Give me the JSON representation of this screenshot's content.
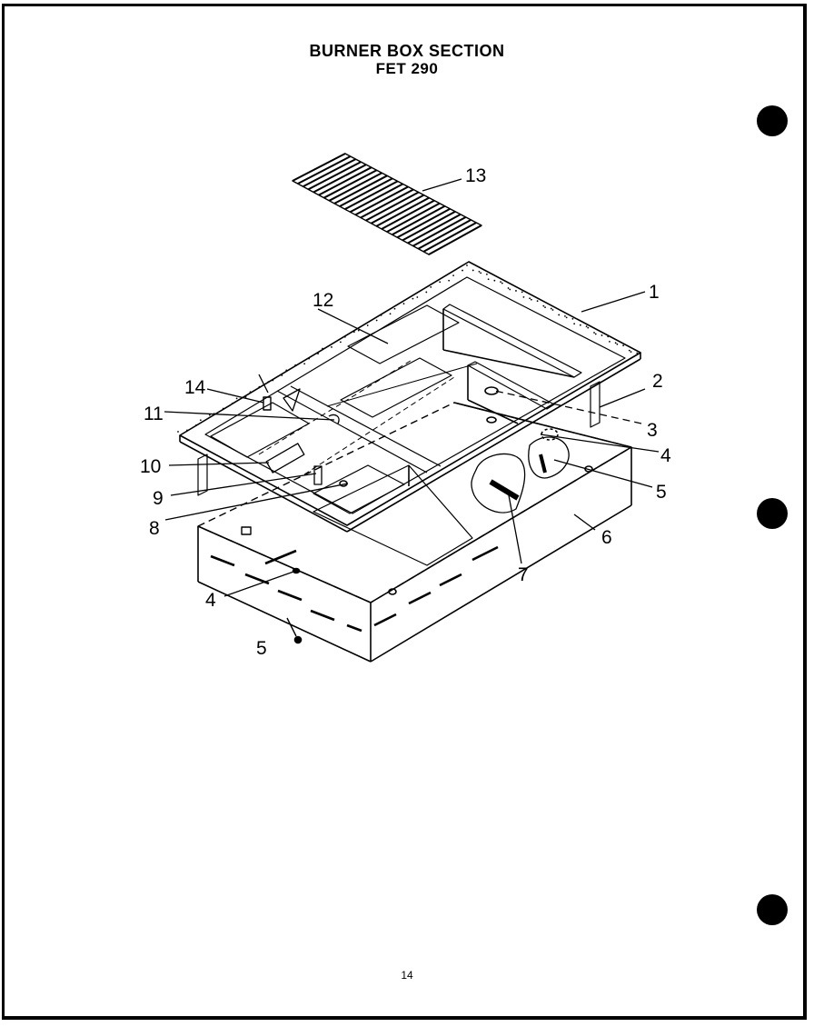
{
  "page": {
    "title": "BURNER BOX SECTION",
    "model": "FET 290",
    "page_number": "14"
  },
  "callouts": [
    {
      "id": "1",
      "label": "1"
    },
    {
      "id": "2",
      "label": "2"
    },
    {
      "id": "3",
      "label": "3"
    },
    {
      "id": "4a",
      "label": "4"
    },
    {
      "id": "5a",
      "label": "5"
    },
    {
      "id": "6",
      "label": "6"
    },
    {
      "id": "7",
      "label": "7"
    },
    {
      "id": "8",
      "label": "8"
    },
    {
      "id": "9",
      "label": "9"
    },
    {
      "id": "10",
      "label": "10"
    },
    {
      "id": "11",
      "label": "11"
    },
    {
      "id": "12",
      "label": "12"
    },
    {
      "id": "13",
      "label": "13"
    },
    {
      "id": "14",
      "label": "14"
    },
    {
      "id": "4b",
      "label": "4"
    },
    {
      "id": "5b",
      "label": "5"
    }
  ],
  "colors": {
    "ink": "#000000",
    "paper": "#ffffff"
  }
}
